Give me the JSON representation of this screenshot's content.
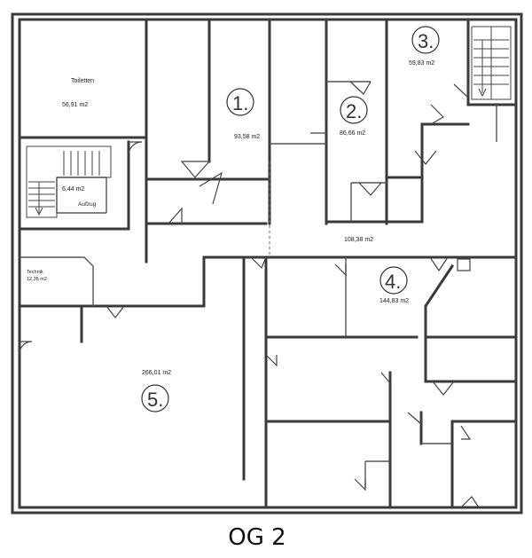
{
  "plan": {
    "title": "OG 2",
    "rooms": [
      {
        "id": "toiletten",
        "name": "Toiletten",
        "area": "56,91 m2"
      },
      {
        "id": "aufzug",
        "name": "Aufzug",
        "area": "6,44 m2"
      },
      {
        "id": "technik",
        "name": "Technik",
        "area": "12,35 m2"
      },
      {
        "id": "unit-1",
        "number": "1.",
        "area": "93,58 m2"
      },
      {
        "id": "unit-2",
        "number": "2.",
        "area": "86,66 m2"
      },
      {
        "id": "unit-3",
        "number": "3.",
        "area": "59,83 m2"
      },
      {
        "id": "corridor",
        "area": "108,38 m2"
      },
      {
        "id": "unit-4",
        "number": "4.",
        "area": "144,83 m2"
      },
      {
        "id": "unit-5",
        "number": "5.",
        "area": "266,01 m2"
      }
    ]
  }
}
